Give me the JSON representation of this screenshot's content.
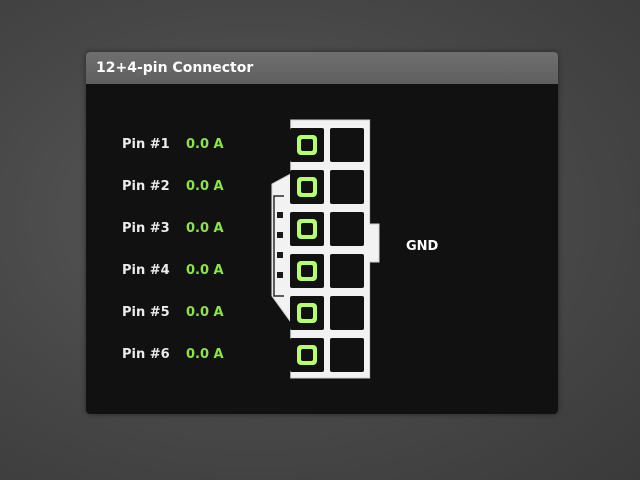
{
  "window": {
    "title": "12+4-pin Connector"
  },
  "pins": [
    {
      "label": "Pin #1",
      "value": "0.0 A"
    },
    {
      "label": "Pin #2",
      "value": "0.0 A"
    },
    {
      "label": "Pin #3",
      "value": "0.0 A"
    },
    {
      "label": "Pin #4",
      "value": "0.0 A"
    },
    {
      "label": "Pin #5",
      "value": "0.0 A"
    },
    {
      "label": "Pin #6",
      "value": "0.0 A"
    }
  ],
  "gnd_label": "GND",
  "colors": {
    "value_green": "#8fe34a",
    "pin_fill": "#b6ff6a",
    "panel_bg": "#111111",
    "header_bg": "#666666",
    "connector_body": "#f2f2f2"
  }
}
